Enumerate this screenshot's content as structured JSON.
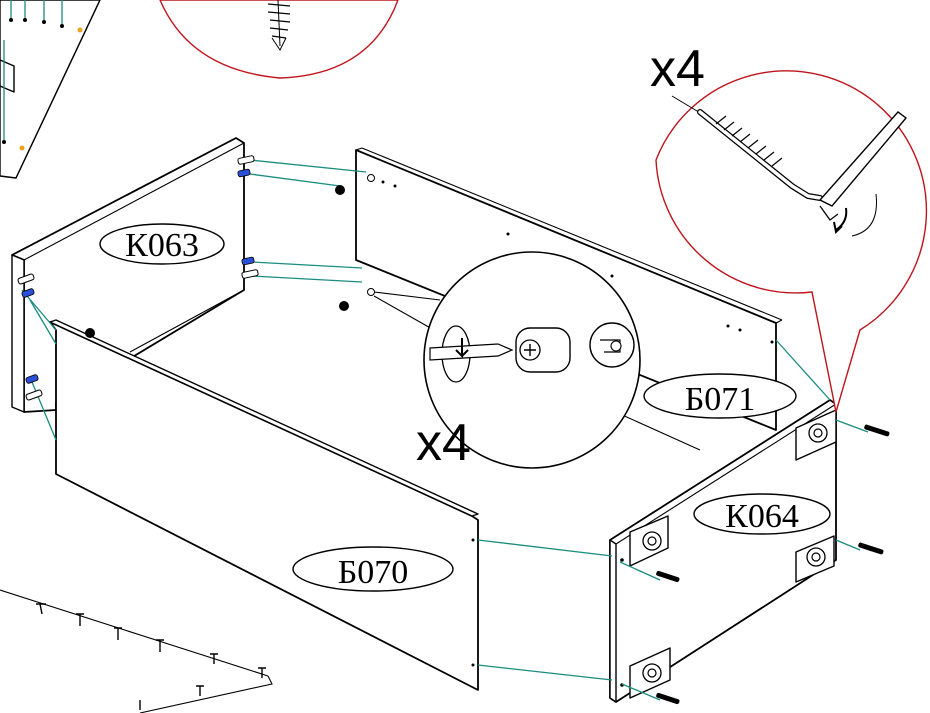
{
  "labels": {
    "k063": "К063",
    "b071": "Б071",
    "b070": "Б070",
    "k064": "К064"
  },
  "quantities": {
    "cam_lock": "x4",
    "hex_key_bolt": "x4"
  },
  "icons": [
    "screw-icon",
    "cam-lock-icon",
    "screwdriver-icon",
    "hex-key-icon",
    "dowel-icon",
    "bolt-icon"
  ],
  "colors": {
    "guide_lines": "#1a8c80",
    "callout_outline": "#c0141c",
    "dowel_pin": "#2a4fd6",
    "hole_mark": "#f0a020"
  }
}
